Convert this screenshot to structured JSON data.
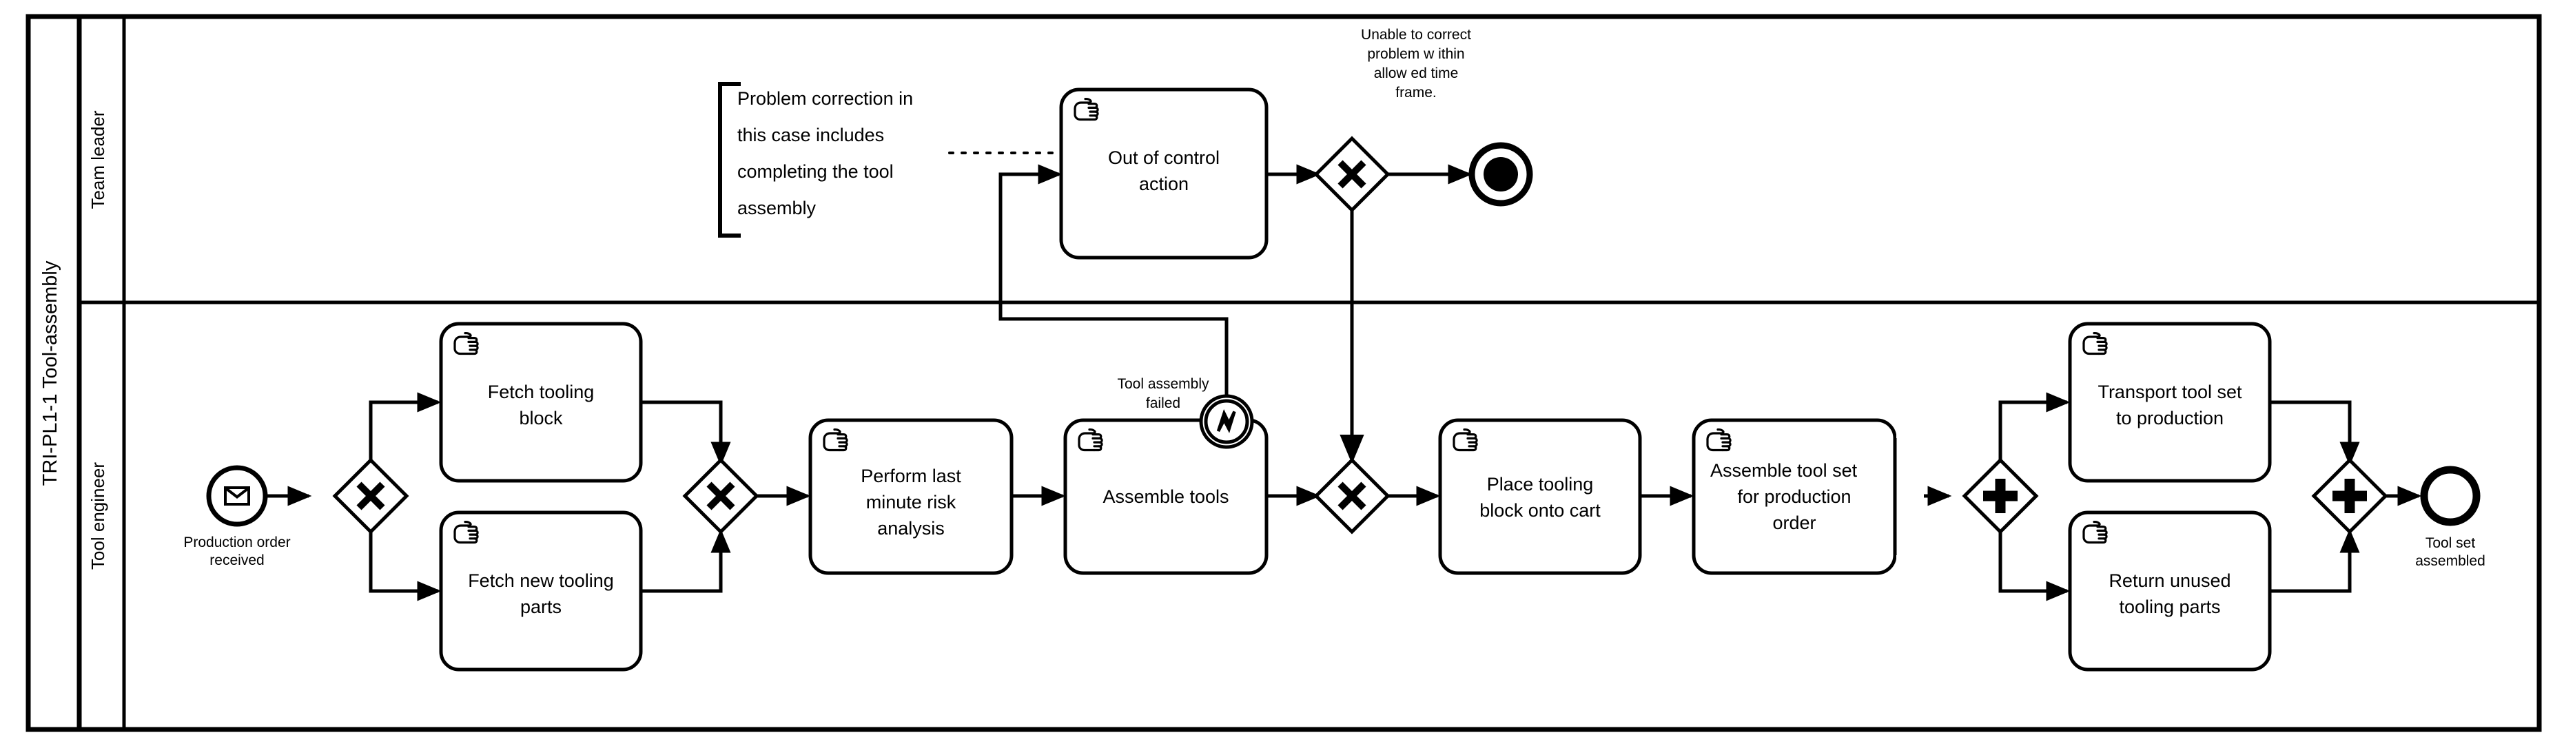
{
  "diagram": {
    "type": "bpmn-process-diagram",
    "pool": {
      "label": "TRI-PL1-1 Tool-assembly"
    },
    "lanes": [
      {
        "id": "team-leader",
        "label": "Team leader"
      },
      {
        "id": "tool-engineer",
        "label": "Tool engineer"
      }
    ],
    "events": {
      "start_message": {
        "label": "Production order received",
        "icon": "envelope-icon",
        "kind": "message-start-event"
      },
      "terminate_end": {
        "label": "",
        "icon": "filled-circle-icon",
        "kind": "terminate-end-event"
      },
      "boundary_error": {
        "label": "Tool assembly failed",
        "icon": "error-bolt-icon",
        "kind": "boundary-error-event"
      },
      "end_plain": {
        "label": "Tool set assembled",
        "icon": "none",
        "kind": "end-event"
      }
    },
    "tasks": [
      {
        "id": "fetch-tooling-block",
        "label": "Fetch tooling block",
        "icon": "manual-hand-icon",
        "lane": "tool-engineer"
      },
      {
        "id": "fetch-new-tooling-parts",
        "label": "Fetch new tooling parts",
        "icon": "manual-hand-icon",
        "lane": "tool-engineer"
      },
      {
        "id": "perform-risk-analysis",
        "label": "Perform last minute risk analysis",
        "icon": "manual-hand-icon",
        "lane": "tool-engineer"
      },
      {
        "id": "assemble-tools",
        "label": "Assemble tools",
        "icon": "manual-hand-icon",
        "lane": "tool-engineer"
      },
      {
        "id": "place-tooling-block",
        "label": "Place tooling block onto cart",
        "icon": "manual-hand-icon",
        "lane": "tool-engineer"
      },
      {
        "id": "assemble-tool-set",
        "label": "Assemble tool set for production order",
        "icon": "manual-hand-icon",
        "lane": "tool-engineer"
      },
      {
        "id": "transport-tool-set",
        "label": "Transport tool set to production",
        "icon": "manual-hand-icon",
        "lane": "tool-engineer"
      },
      {
        "id": "return-unused-parts",
        "label": "Return unused tooling parts",
        "icon": "manual-hand-icon",
        "lane": "tool-engineer"
      },
      {
        "id": "out-of-control-action",
        "label": "Out of control action",
        "icon": "manual-hand-icon",
        "lane": "team-leader"
      }
    ],
    "gateways": [
      {
        "id": "gw-split-fetch",
        "type": "exclusive",
        "symbol": "X",
        "lane": "tool-engineer"
      },
      {
        "id": "gw-join-fetch",
        "type": "exclusive",
        "symbol": "X",
        "lane": "tool-engineer"
      },
      {
        "id": "gw-after-assemble",
        "type": "exclusive",
        "symbol": "X",
        "lane": "tool-engineer"
      },
      {
        "id": "gw-after-ooc",
        "type": "exclusive",
        "symbol": "X",
        "lane": "team-leader"
      },
      {
        "id": "gw-par-split",
        "type": "parallel",
        "symbol": "+",
        "lane": "tool-engineer"
      },
      {
        "id": "gw-par-join",
        "type": "parallel",
        "symbol": "+",
        "lane": "tool-engineer"
      }
    ],
    "annotations": [
      {
        "id": "anno-problem-correction",
        "text_lines": [
          "Problem correction in",
          "this case includes",
          "completing the tool",
          "assembly"
        ]
      }
    ],
    "flow_labels": [
      {
        "id": "label-unable-to-correct",
        "lines": [
          "Unable to correct",
          "problem w ithin",
          "allow ed time",
          "frame."
        ]
      },
      {
        "id": "label-tool-assembly-failed",
        "lines": [
          "Tool assembly",
          "failed"
        ]
      }
    ],
    "event_label_lines": {
      "start_message": [
        "Production order",
        "received"
      ],
      "end_plain": [
        "Tool set",
        "assembled"
      ]
    },
    "task_label_lines": {
      "fetch-tooling-block": [
        "Fetch tooling",
        "block"
      ],
      "fetch-new-tooling-parts": [
        "Fetch new tooling",
        "parts"
      ],
      "perform-risk-analysis": [
        "Perform last",
        "minute risk",
        "analysis"
      ],
      "assemble-tools": [
        "Assemble tools"
      ],
      "place-tooling-block": [
        "Place tooling",
        "block onto cart"
      ],
      "assemble-tool-set": [
        "Assemble tool set",
        "for production",
        "order"
      ],
      "transport-tool-set": [
        "Transport tool set",
        "to production"
      ],
      "return-unused-parts": [
        "Return unused",
        "tooling parts"
      ],
      "out-of-control-action": [
        "Out of control",
        "action"
      ]
    },
    "colors": {
      "stroke": "#000000",
      "fill": "#ffffff",
      "background": "#ffffff"
    }
  }
}
